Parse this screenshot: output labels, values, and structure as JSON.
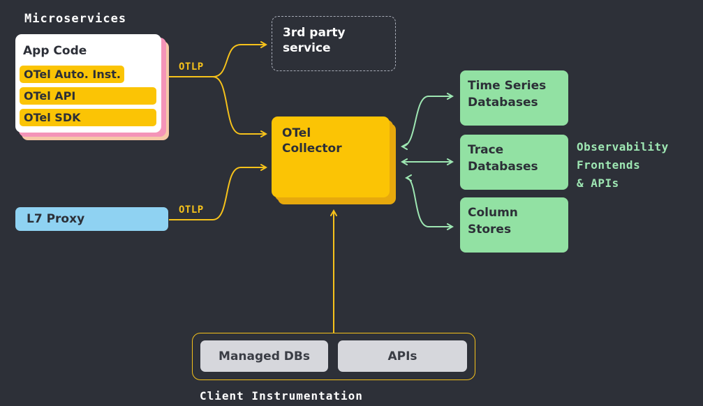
{
  "microservices": {
    "label": "Microservices",
    "app_code": "App Code",
    "chips": [
      "OTel Auto. Inst.",
      "OTel API",
      "OTel SDK"
    ]
  },
  "third_party": {
    "line1": "3rd party",
    "line2": "service"
  },
  "collector": {
    "line1": "OTel",
    "line2": "Collector"
  },
  "proxy": {
    "label": "L7 Proxy"
  },
  "otlp_labels": [
    "OTLP",
    "OTLP"
  ],
  "backends": [
    {
      "line1": "Time Series",
      "line2": "Databases"
    },
    {
      "line1": "Trace",
      "line2": "Databases"
    },
    {
      "line1": "Column",
      "line2": "Stores"
    }
  ],
  "observability": {
    "line1": "Observability",
    "line2": "Frontends",
    "line3": "& APIs"
  },
  "client": {
    "label": "Client Instrumentation",
    "items": [
      "Managed DBs",
      "APIs"
    ]
  },
  "colors": {
    "background": "#2d3038",
    "yellow": "#fbc405",
    "green": "#92e1a3",
    "blue": "#8fd2f2",
    "pink": "#f494b8",
    "peach": "#f6c8a8"
  }
}
